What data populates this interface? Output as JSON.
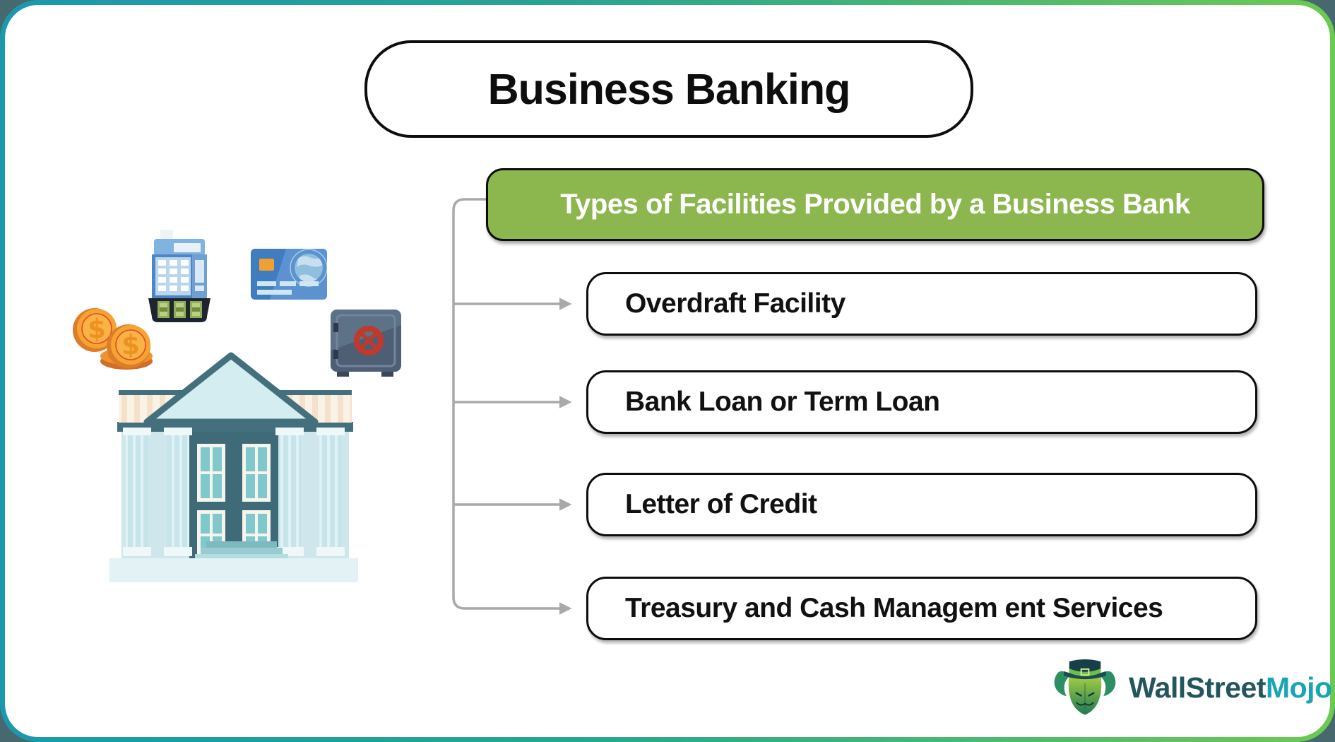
{
  "page": {
    "outside_bg": "#47686e",
    "card_bg": "#ffffff",
    "frame_gradient_start": "#1b98ad",
    "frame_gradient_end": "#6cca52"
  },
  "title": "Business Banking",
  "header_box": {
    "label": "Types of Facilities Provided by a Business Bank",
    "bg": "#8cb64e",
    "text_color": "#ffffff",
    "border_color": "#0d0d0d"
  },
  "facilities": [
    {
      "label": "Overdraft Facility"
    },
    {
      "label": "Bank Loan or Term Loan"
    },
    {
      "label": "Letter of Credit"
    },
    {
      "label": "Treasury and Cash Managem ent Services"
    }
  ],
  "connector": {
    "color": "#a9a9a9"
  },
  "illustration": {
    "icons": [
      "gold-coins",
      "card-payment-terminal",
      "credit-card",
      "bank-safe",
      "bank-building"
    ]
  },
  "logo": {
    "part1": "WallStreet",
    "part2": "Mojo",
    "part1_color": "#23555c",
    "part2_color": "#1aa5b4"
  }
}
